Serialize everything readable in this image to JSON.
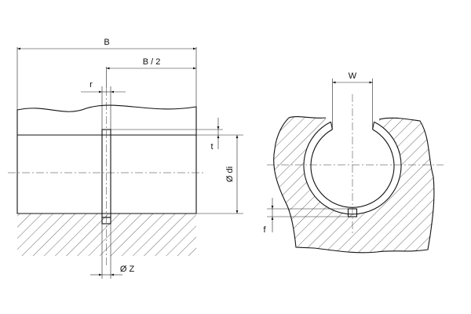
{
  "labels": {
    "b": "B",
    "b_half": "B / 2",
    "r": "r",
    "t": "t",
    "di": "Ø di",
    "z": "Ø Z",
    "w": "W",
    "f": "f"
  },
  "colors": {
    "line": "#111111",
    "hatch": "#444444",
    "background": "#ffffff"
  }
}
